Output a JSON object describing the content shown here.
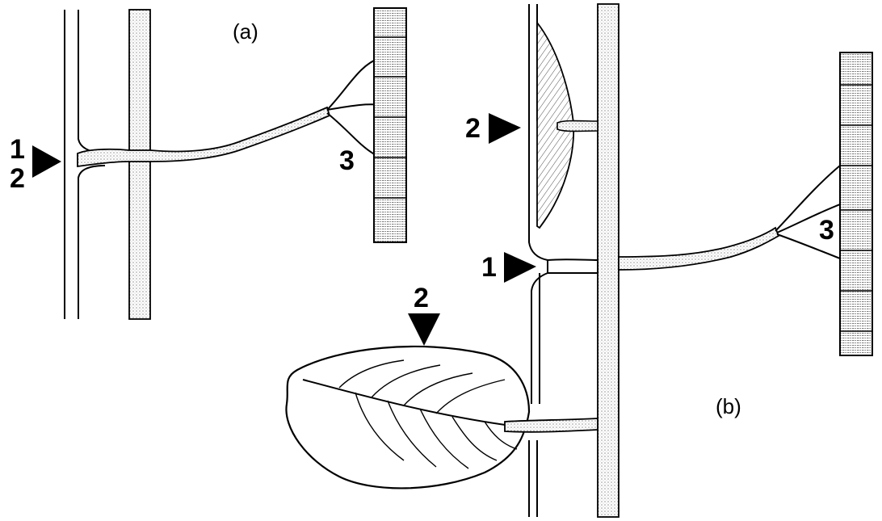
{
  "panel_a": {
    "label": "(a)",
    "markers": {
      "m1": "1",
      "m2": "2",
      "m3": "3"
    }
  },
  "panel_b": {
    "label": "(b)",
    "markers": {
      "m1": "1",
      "m2_upper": "2",
      "m2_leaf": "2",
      "m3": "3"
    }
  },
  "colors": {
    "ink": "#000000",
    "stipple": "#9a9a9a",
    "paper": "#ffffff"
  }
}
